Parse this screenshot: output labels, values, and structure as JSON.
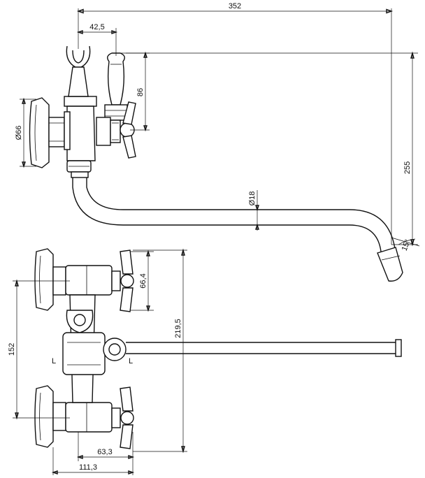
{
  "dimensions": {
    "total_length": "352",
    "hook_offset": "42,5",
    "handle_height": "86",
    "flange_diameter": "Ø66",
    "total_height": "255",
    "spout_diameter": "Ø18",
    "spout_angle": "15°",
    "upper_valve_offset": "66,4",
    "center_distance": "152",
    "spout_height": "219,5",
    "handle_reach": "63,3",
    "body_depth": "111,3"
  },
  "markers": {
    "left_bracket": "L",
    "right_bracket": "L"
  }
}
